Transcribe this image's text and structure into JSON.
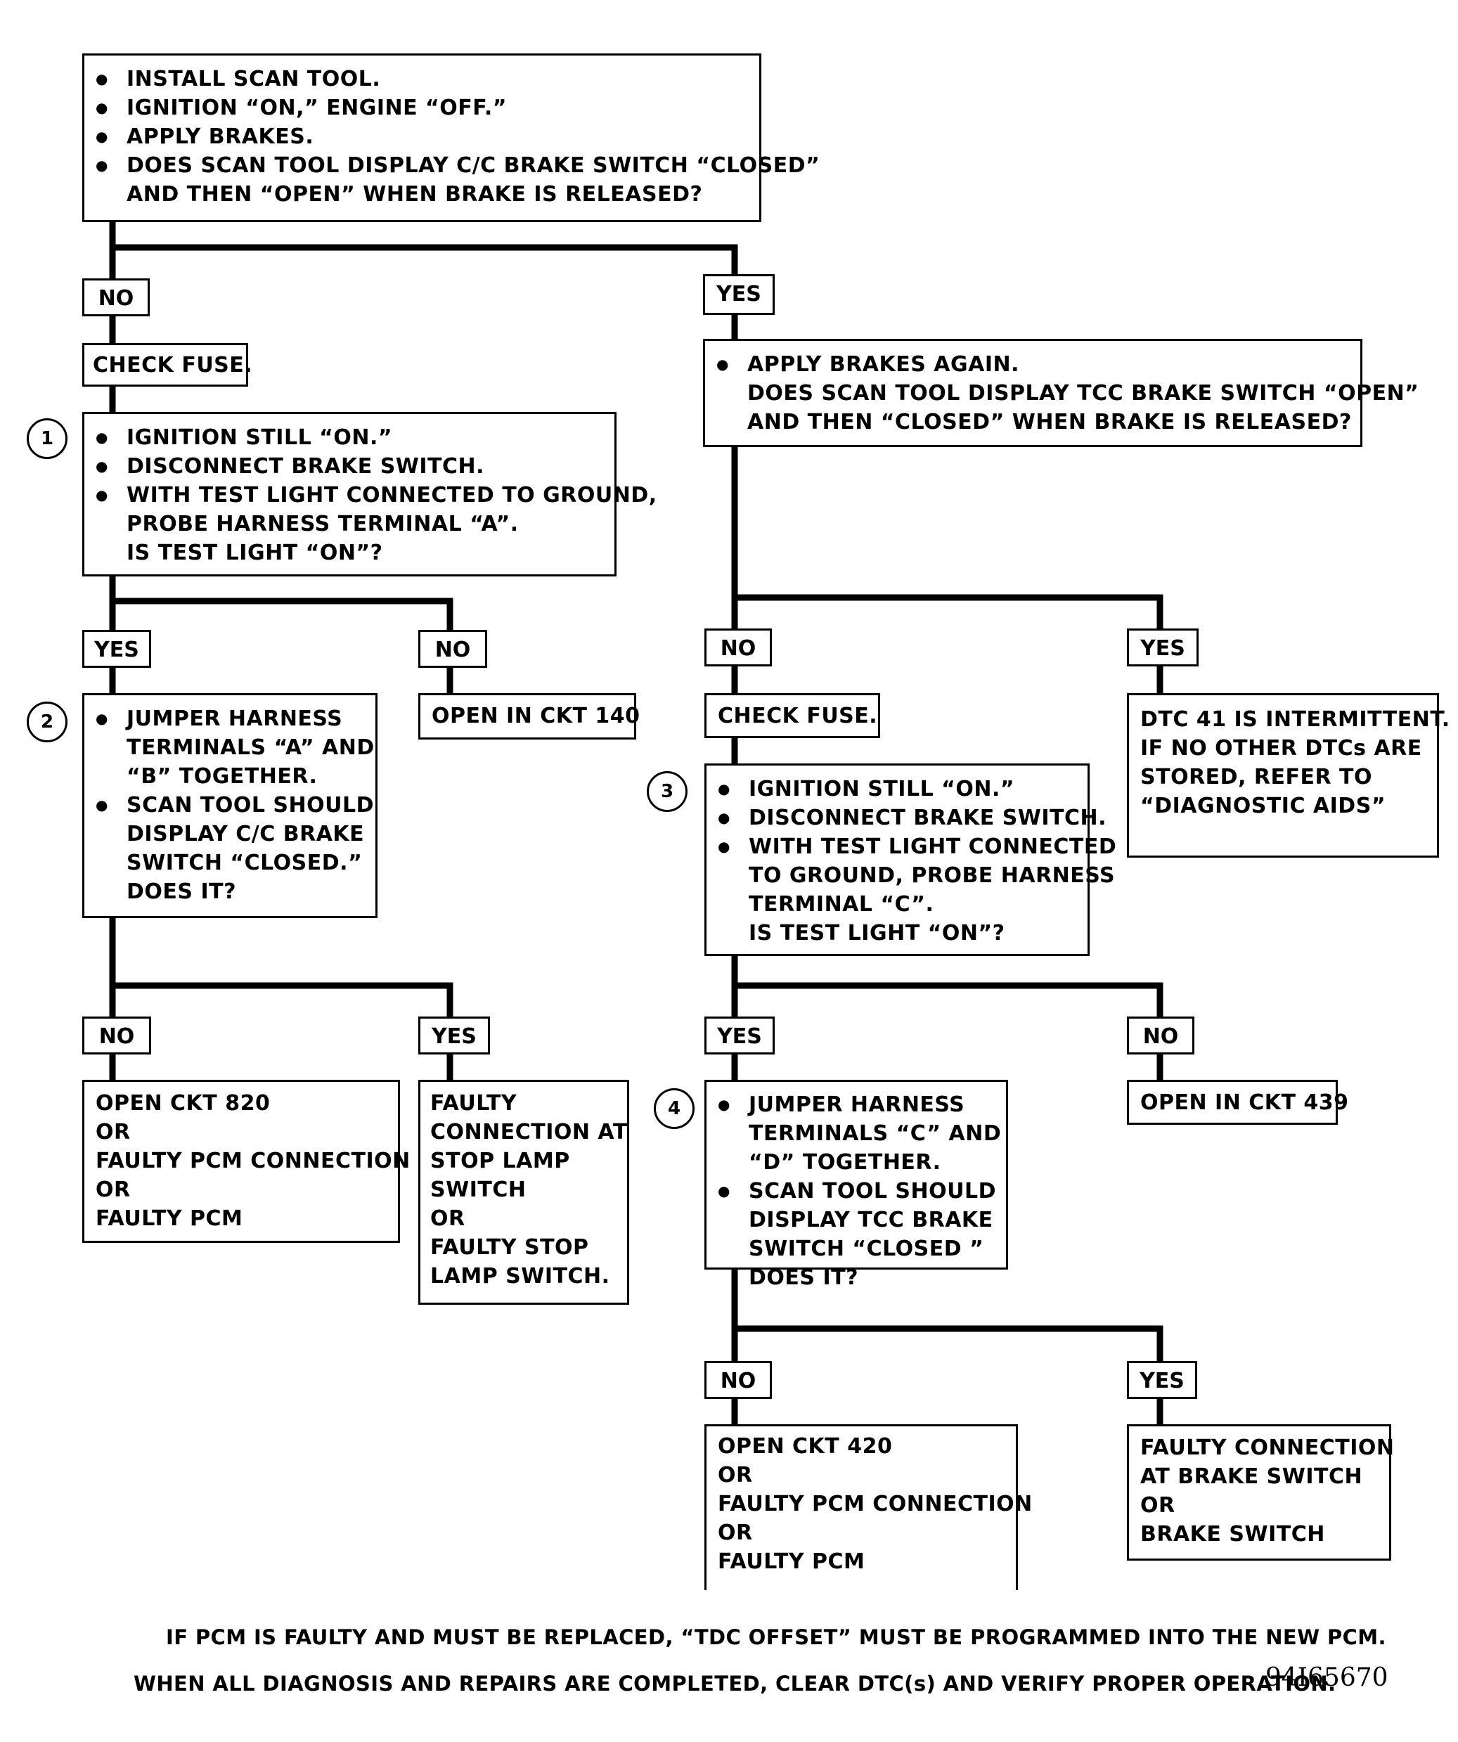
{
  "boxes": {
    "start": {
      "bullets": [
        "INSTALL SCAN TOOL.",
        "IGNITION “ON,” ENGINE “OFF.”",
        "APPLY BRAKES."
      ],
      "question": [
        "DOES SCAN TOOL DISPLAY C/C BRAKE SWITCH “CLOSED”",
        "AND THEN “OPEN” WHEN BRAKE IS RELEASED?"
      ]
    },
    "check_fuse_left": "CHECK FUSE.",
    "step1": {
      "bullets": [
        "IGNITION STILL “ON.”",
        "DISCONNECT BRAKE SWITCH.",
        "WITH TEST LIGHT CONNECTED TO GROUND,"
      ],
      "lines": [
        "PROBE HARNESS TERMINAL “A”.",
        "IS TEST LIGHT “ON”?"
      ]
    },
    "open_ckt_140": "OPEN IN CKT 140",
    "step2": {
      "b1": [
        "JUMPER HARNESS",
        "TERMINALS “A” AND",
        "“B” TOGETHER."
      ],
      "b2": [
        "SCAN TOOL SHOULD",
        "DISPLAY C/C BRAKE",
        "SWITCH “CLOSED.”",
        "DOES IT?"
      ]
    },
    "open_ckt_820": [
      "OPEN CKT 820",
      "OR",
      "FAULTY PCM CONNECTION",
      "OR",
      "FAULTY PCM"
    ],
    "faulty_stop_lamp": [
      "FAULTY",
      "CONNECTION AT",
      "STOP LAMP",
      "SWITCH",
      "OR",
      "FAULTY STOP",
      "LAMP SWITCH."
    ],
    "apply_again": {
      "bullet": "APPLY BRAKES AGAIN.",
      "lines": [
        "DOES SCAN TOOL DISPLAY TCC BRAKE SWITCH “OPEN”",
        "AND THEN “CLOSED” WHEN BRAKE IS RELEASED?"
      ]
    },
    "check_fuse_right": "CHECK FUSE.",
    "dtc41": [
      "DTC 41 IS INTERMITTENT.",
      "IF NO OTHER DTCs ARE",
      "STORED, REFER TO",
      "“DIAGNOSTIC AIDS”"
    ],
    "step3": {
      "bullets": [
        "IGNITION STILL “ON.”",
        "DISCONNECT BRAKE SWITCH.",
        "WITH TEST LIGHT CONNECTED"
      ],
      "lines": [
        "TO GROUND, PROBE HARNESS",
        "TERMINAL “C”.",
        "IS TEST LIGHT “ON”?"
      ]
    },
    "open_ckt_439": "OPEN IN CKT 439",
    "step4": {
      "b1": [
        "JUMPER HARNESS",
        "TERMINALS “C” AND",
        "“D” TOGETHER."
      ],
      "b2": [
        "SCAN TOOL SHOULD",
        "DISPLAY TCC BRAKE",
        "SWITCH “CLOSED ”",
        "DOES IT?"
      ]
    },
    "open_ckt_420": [
      "OPEN CKT 420",
      "OR",
      "FAULTY PCM CONNECTION",
      "OR",
      "FAULTY PCM"
    ],
    "faulty_brake_switch": [
      "FAULTY CONNECTION",
      "AT BRAKE SWITCH",
      "OR",
      "BRAKE SWITCH"
    ]
  },
  "labels": {
    "no": "NO",
    "yes": "YES"
  },
  "steps": [
    "1",
    "2",
    "3",
    "4"
  ],
  "footer": {
    "line1": "IF PCM IS FAULTY AND MUST BE REPLACED, “TDC OFFSET” MUST BE PROGRAMMED INTO THE NEW PCM.",
    "line2": "WHEN ALL DIAGNOSIS AND REPAIRS ARE COMPLETED, CLEAR DTC(s) AND VERIFY PROPER OPERATION.",
    "figure_id": "94I65670"
  }
}
